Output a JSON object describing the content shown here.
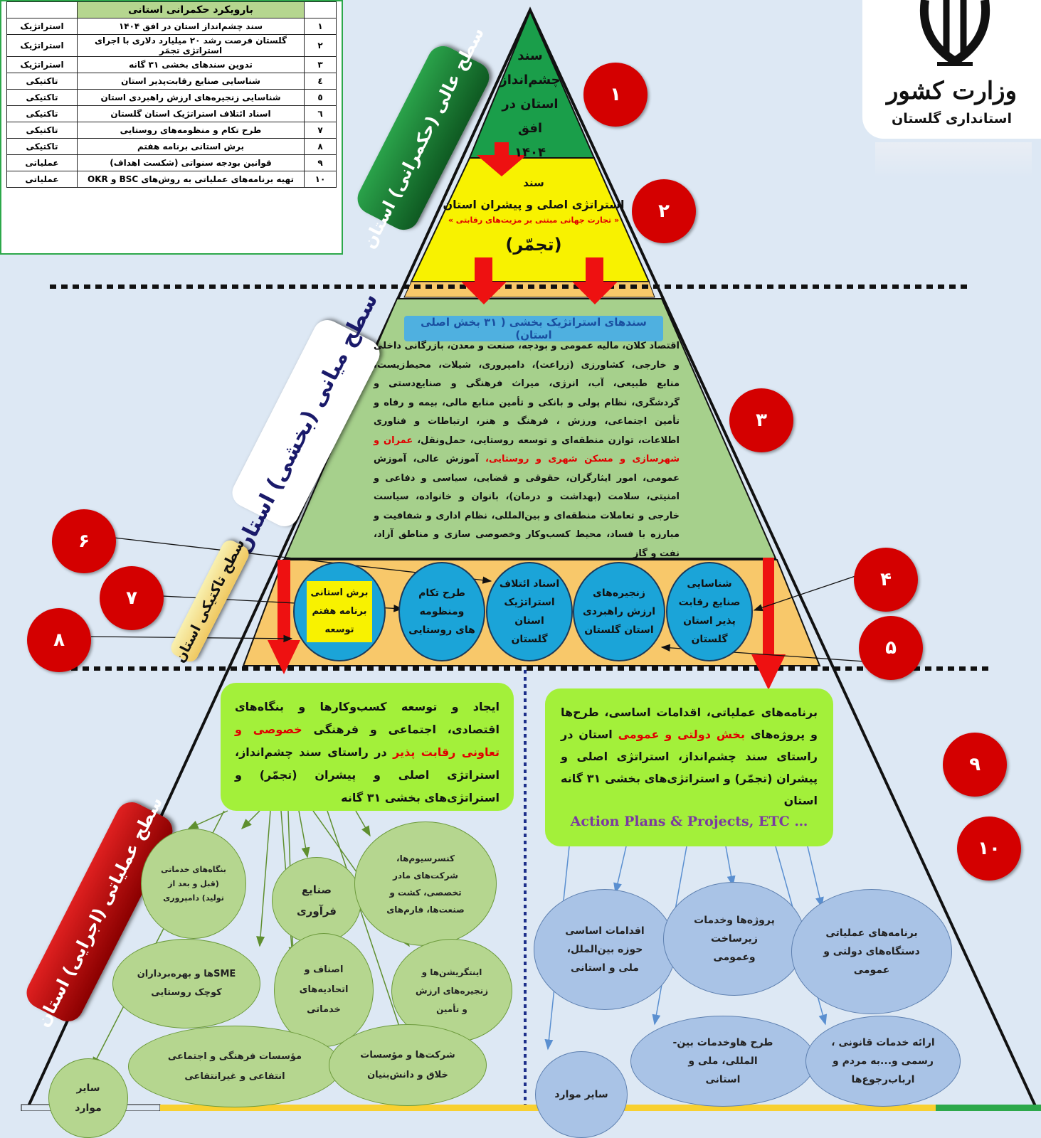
{
  "table": {
    "header": "بارویکرد حکمرانی استانی",
    "rows": [
      {
        "num": "۱",
        "title": "سند چشم‌انداز استان در افق ۱۴۰۴",
        "level": "استراتژیک"
      },
      {
        "num": "۲",
        "title": "گلستان فرصت رشد ۲۰ میلیارد دلاری با اجرای استراتژی تجمَر",
        "level": "استراتژیک"
      },
      {
        "num": "۳",
        "title": "تدوین سندهای بخشی ۳۱ گانه",
        "level": "استراتژیک"
      },
      {
        "num": "٤",
        "title": "شناسایی صنایع رقابت‌پذیر استان",
        "level": "تاکتیکی"
      },
      {
        "num": "٥",
        "title": "شناسایی زنجیره‌های ارزش راهبردی استان",
        "level": "تاکتیکی"
      },
      {
        "num": "٦",
        "title": "اسناد ائتلاف استراتژیک استان گلستان",
        "level": "تاکتیکی"
      },
      {
        "num": "۷",
        "title": "طرح تکام و منظومه‌های روستایی",
        "level": "تاکتیکی"
      },
      {
        "num": "۸",
        "title": "برش استانی برنامه هفتم",
        "level": "تاکتیکی"
      },
      {
        "num": "۹",
        "title": "قوانین بودجه سنواتی (شکست اهداف)",
        "level": "عملیاتی"
      },
      {
        "num": "۱۰",
        "title": "تهیه برنامه‌های عملیاتی به روش‌های BSC و OKR",
        "level": "عملیاتی"
      }
    ]
  },
  "logo": {
    "ministry": "وزارت کشور",
    "office": "استانداری گلستان"
  },
  "bands": {
    "top": "سطح عالی (حکمرانی) استان",
    "middle": "سطح میانی (بخشی) استان",
    "tactical": "سطح تاکتیکی استان",
    "operational": "سطح عملیاتی (اجرایی) استان"
  },
  "pyramid": {
    "vision": [
      "سند",
      "چشم‌انداز",
      "استان در افق",
      "۱۴۰۴"
    ],
    "strategy": {
      "l1": "سند",
      "l2": "استراتژی اصلی و پیشران استان",
      "l3": "« تجارت جهانی مبتنی بر مزیت‌های رقابتی »",
      "l4": "(تجمّر)"
    },
    "sectoral": {
      "title": "سندهای استراتژیک بخشی ( ۳۱ بخش اصلی استان)",
      "body_a": "اقتصاد کلان، مالیه عمومی و بودجه، صنعت و معدن، بازرگانی داخلی و خارجی، کشاورزی (زراعت)، دامپروری، شیلات، محیط‌زیست، منابع طبیعی، آب، انرژی، میراث فرهنگی و صنایع‌دستی و گردشگری، نظام پولی و بانکی و تأمین منابع مالی، بیمه و رفاه و تأمین اجتماعی، ورزش ، فرهنگ و هنر، ارتباطات و فناوری اطلاعات، توازن منطقه‌ای و توسعه روستایی، حمل‌ونقل،",
      "body_red": "عمران و شهرسازی و مسکن شهری و روستایی،",
      "body_b": "آموزش عالی، آموزش عمومی، امور ایثارگران، حقوقی و قضایی، سیاسی و دفاعی و امنیتی، سلامت (بهداشت و درمان)، بانوان و خانواده، سیاست خارجی و تعاملات منطقه‌ای و بین‌المللی، نظام اداری و شفافیت و مبارزه با فساد، محیط کسب‌وکار وخصوصی سازی و مناطق آزاد، نفت و گاز"
    },
    "tactical": {
      "c1": "شناسایی صنایع رقابت پذیر استان گلستان",
      "c2": "زنجیره‌های ارزش راهبردی استان گلستان",
      "c3": "اسناد ائتلاف استراتژیک استان گلستان",
      "c4": "طرح تکام ومنظومه های روستایی",
      "c5": "برش استانی برنامه هفتم توسعه"
    }
  },
  "numbers": [
    "۱",
    "۲",
    "۳",
    "۴",
    "۵",
    "۶",
    "۷",
    "۸",
    "۹",
    "۱۰"
  ],
  "private_box": {
    "a": "ایجاد و توسعه کسب‌وکارها و بنگاه‌های اقتصادی، اجتماعی و فرهنگی",
    "red": "خصوصی و تعاونی رقابت پذیر",
    "b": "در راستای سند چشم‌انداز، استراتژی اصلی و پیشران (تجمّر) و استراتژی‌های بخشی ۳۱ گانه"
  },
  "public_box": {
    "a": "برنامه‌های عملیاتی، اقدامات اساسی، طرح‌ها و پروژه‌های",
    "red": "بخش دولتی و عمومی",
    "b": "استان در راستای سند چشم‌انداز، استراتژی اصلی و پیشران (تجمّر) و استراتژی‌های بخشی ۳۱ گانه استان",
    "en": "Action Plans & Projects, ETC …"
  },
  "private_items": [
    "بنگاه‌های خدماتی (قبل و بعد از تولید) دامپروری",
    "صنایع فرآوری",
    "کنسرسیوم‌ها، شرکت‌های مادر تخصصی، کشت و صنعت‌ها، فارم‌های",
    "SME‌ها و بهره‌برداران کوچک روستایی",
    "اصناف و اتحادیه‌های خدماتی",
    "اینتگریشن‌ها و زنجیره‌های ارزش و تأمین",
    "سایر موارد",
    "مؤسسات فرهنگی و اجتماعی انتفاعی و غیرانتفاعی",
    "شرکت‌ها و مؤسسات خلاق و دانش‌بنیان"
  ],
  "public_items": [
    "اقدامات اساسی حوزه بین‌الملل، ملی و استانی",
    "پروژه‌ها وخدمات زیرساخت وعمومی",
    "برنامه‌های عملیاتی دستگاه‌های دولتی و عمومی",
    "سایر موارد",
    "طرح هاوخدمات بین-المللی، ملی و استانی",
    "ارائه خدمات قانونی ، رسمی و...به مردم و ارباب‌رجوع‌ها"
  ]
}
